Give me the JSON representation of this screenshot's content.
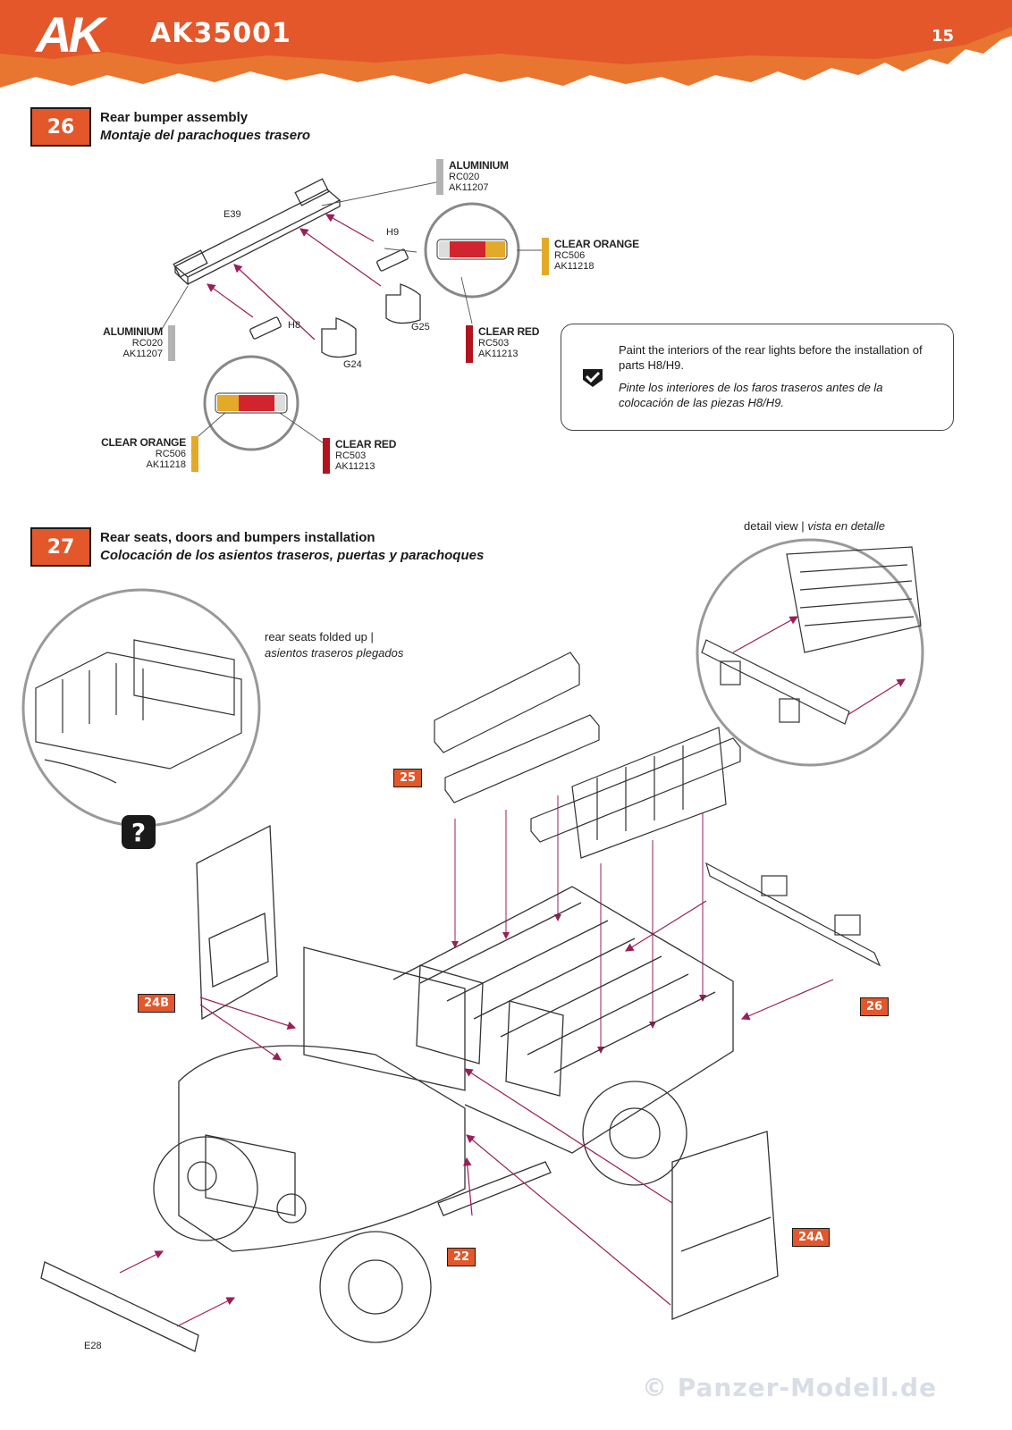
{
  "header": {
    "brand": "AK",
    "product_code": "AK35001",
    "page_number": "15"
  },
  "step26": {
    "number": "26",
    "title_en": "Rear bumper assembly",
    "title_es": "Montaje del parachoques trasero",
    "parts": {
      "e39": "E39",
      "h9": "H9",
      "h8": "H8",
      "g25": "G25",
      "g24": "G24"
    },
    "paints": [
      {
        "name": "ALUMINIUM",
        "code1": "RC020",
        "code2": "AK11207",
        "color": "#b3b3b3"
      },
      {
        "name": "CLEAR ORANGE",
        "code1": "RC506",
        "code2": "AK11218",
        "color": "#e3aa2a"
      },
      {
        "name": "CLEAR RED",
        "code1": "RC503",
        "code2": "AK11213",
        "color": "#b1141e"
      },
      {
        "name": "ALUMINIUM",
        "code1": "RC020",
        "code2": "AK11207",
        "color": "#b3b3b3"
      },
      {
        "name": "CLEAR ORANGE",
        "code1": "RC506",
        "code2": "AK11218",
        "color": "#e3aa2a"
      },
      {
        "name": "CLEAR RED",
        "code1": "RC503",
        "code2": "AK11213",
        "color": "#b1141e"
      }
    ],
    "note": {
      "en": "Paint the interiors of the rear lights before the installation of parts H8/H9.",
      "es": "Pinte los interiores de los faros traseros antes de la colocación de las piezas H8/H9."
    }
  },
  "step27": {
    "number": "27",
    "title_en": "Rear seats, doors and bumpers installation",
    "title_es": "Colocación de los asientos traseros, puertas y parachoques",
    "detail_view_en": "detail view |",
    "detail_view_es": "vista en detalle",
    "seats_folded_en": "rear seats folded up |",
    "seats_folded_es": "asientos traseros plegados",
    "question_mark": "?",
    "refs": {
      "r25": "25",
      "r24b": "24B",
      "r26": "26",
      "r22": "22",
      "r24a": "24A"
    },
    "part_e28": "E28"
  },
  "watermark": "© Panzer-Modell.de",
  "colors": {
    "accent": "#e3572a",
    "arrow": "#9b1d5a",
    "clear_red": "#b1141e",
    "clear_orange": "#e3aa2a",
    "aluminium": "#b3b3b3"
  }
}
